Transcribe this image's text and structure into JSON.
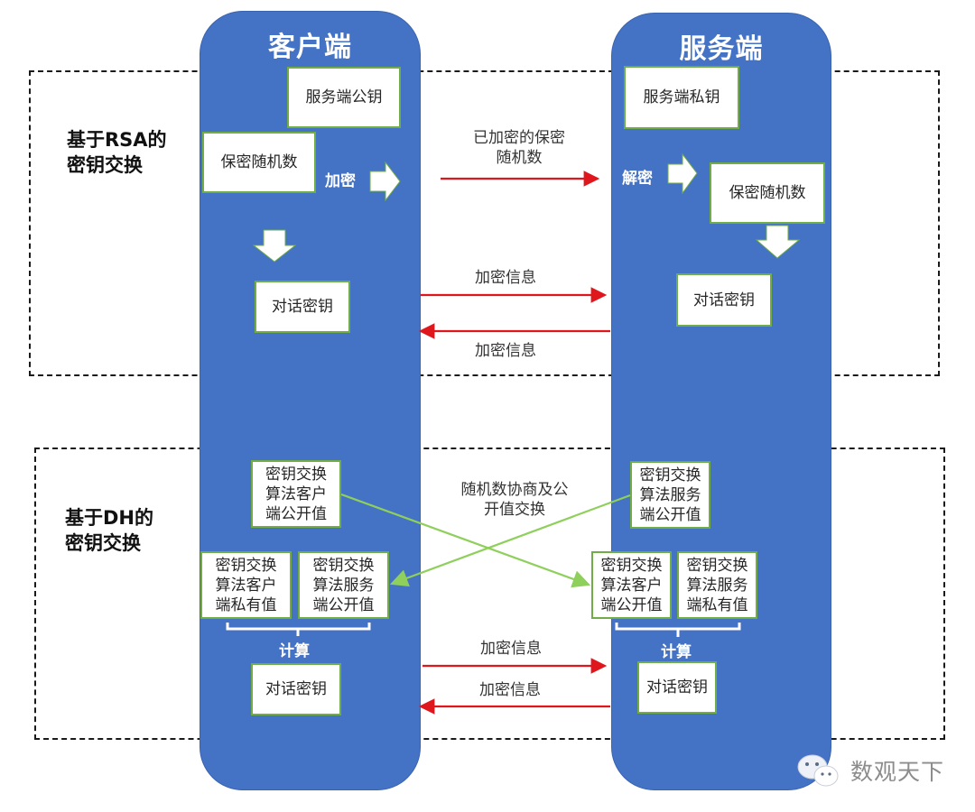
{
  "colors": {
    "column_fill": "#4472c4",
    "box_border": "#70ad47",
    "arrow_red": "#e0161d",
    "arrow_green": "#8fcf5c"
  },
  "columns": {
    "client": "客户端",
    "server": "服务端"
  },
  "rsa": {
    "section_label_line1": "基于RSA的",
    "section_label_line2": "密钥交换",
    "client_pubkey": "服务端公钥",
    "client_random": "保密随机数",
    "encrypt_label": "加密",
    "client_session_key": "对话密钥",
    "server_privkey": "服务端私钥",
    "decrypt_label": "解密",
    "server_random": "保密随机数",
    "server_session_key": "对话密钥",
    "msg_encrypted_random_line1": "已加密的保密",
    "msg_encrypted_random_line2": "随机数",
    "msg_info_to_server": "加密信息",
    "msg_info_to_client": "加密信息"
  },
  "dh": {
    "section_label_line1": "基于DH的",
    "section_label_line2": "密钥交换",
    "client_public": [
      "密钥交换",
      "算法客户",
      "端公开值"
    ],
    "client_private": [
      "密钥交换",
      "算法客户",
      "端私有值"
    ],
    "client_recv_server_public": [
      "密钥交换",
      "算法服务",
      "端公开值"
    ],
    "client_compute": "计算",
    "client_session_key": "对话密钥",
    "server_public": [
      "密钥交换",
      "算法服务",
      "端公开值"
    ],
    "server_recv_client_public": [
      "密钥交换",
      "算法客户",
      "端公开值"
    ],
    "server_private": [
      "密钥交换",
      "算法服务",
      "端私有值"
    ],
    "server_compute": "计算",
    "server_session_key": "对话密钥",
    "msg_exchange_line1": "随机数协商及公",
    "msg_exchange_line2": "开值交换",
    "msg_info_to_server": "加密信息",
    "msg_info_to_client": "加密信息"
  },
  "watermark": {
    "text": "数观天下",
    "icon": "wechat-icon"
  }
}
